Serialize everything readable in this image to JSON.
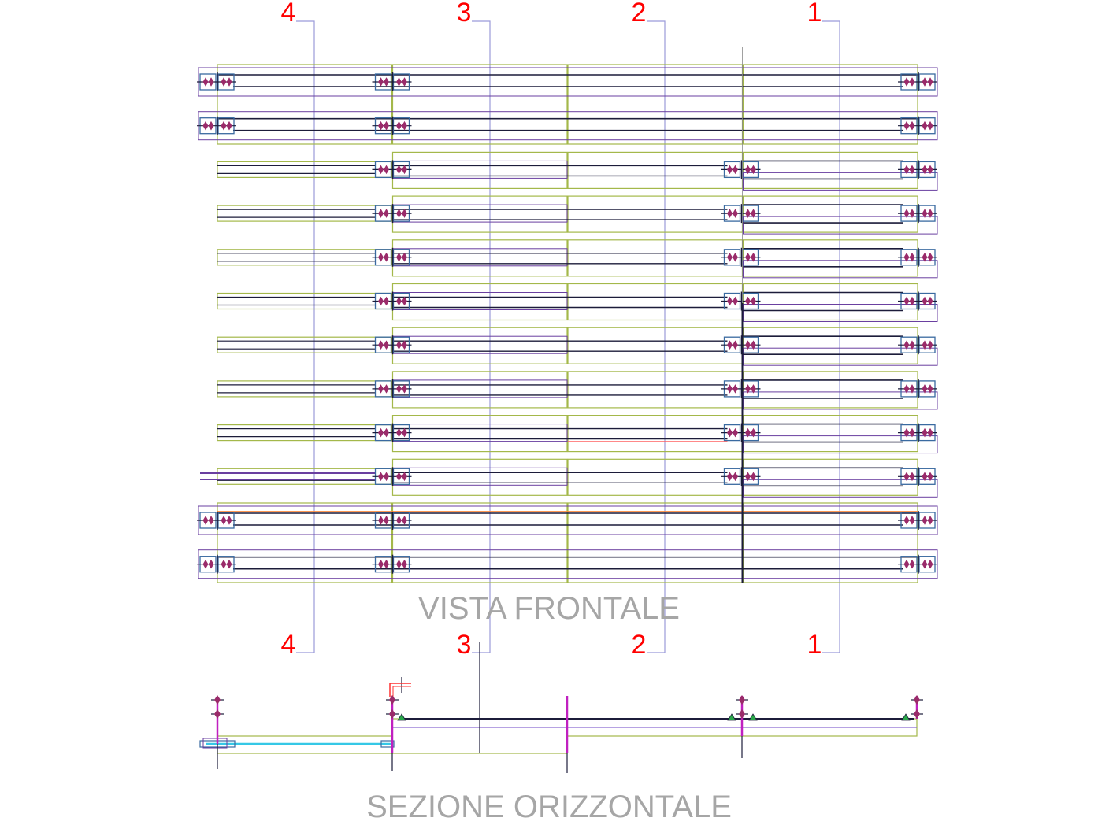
{
  "drawing": {
    "front_view_title": "VISTA FRONTALE",
    "section_title": "SEZIONE ORIZZONTALE",
    "top_column_numbers": [
      "4",
      "3",
      "2",
      "1"
    ],
    "bottom_column_numbers": [
      "4",
      "3",
      "2",
      "1"
    ]
  },
  "colors": {
    "panel_outline": "#a4b84a",
    "rail": "#1c1c3a",
    "purple_rail": "#6a3fa0",
    "bracket": "#3a6aa0",
    "marker": "#9a2b6a",
    "gridline": "#9b9bd9",
    "label_red": "#ff0000",
    "caption_grey": "#a6a6a6",
    "cyan": "#35c8e6",
    "magenta": "#c020c0",
    "orange": "#ff8a3a",
    "green_node": "#2aa84a"
  }
}
